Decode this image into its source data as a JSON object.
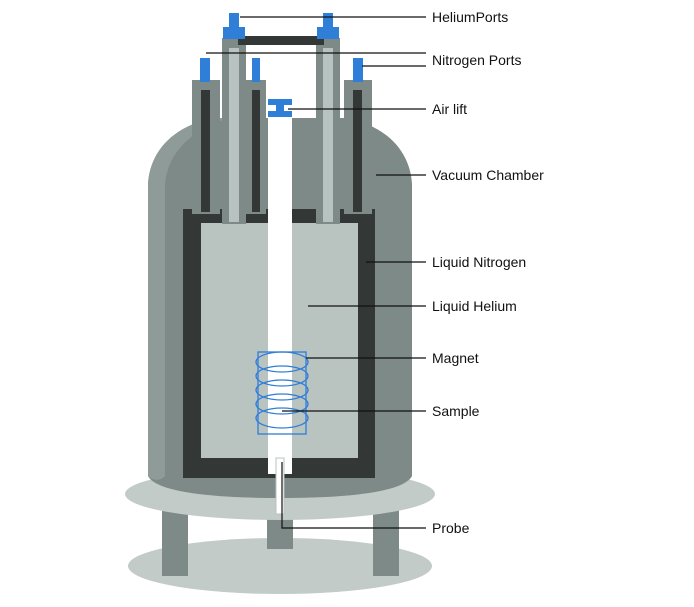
{
  "diagram": {
    "labels": {
      "helium_ports": "HeliumPorts",
      "nitrogen_ports": "Nitrogen Ports",
      "air_lift": "Air lift",
      "vacuum_chamber": "Vacuum Chamber",
      "liquid_nitrogen": "Liquid Nitrogen",
      "liquid_helium": "Liquid Helium",
      "magnet": "Magnet",
      "sample": "Sample",
      "probe": "Probe"
    },
    "colors": {
      "vacuum_chamber": "#7d8a87",
      "vacuum_chamber_light": "#8f9b98",
      "liquid_nitrogen_wall": "#333837",
      "liquid_helium": "#b9c3c0",
      "base_plate": "#c3cbc9",
      "tube_light": "#b8c2bf",
      "port_cap": "#2f7ed8",
      "magnet_coil": "#2f7ed8",
      "probe": "#ffffff",
      "leader_line": "#111111"
    }
  }
}
